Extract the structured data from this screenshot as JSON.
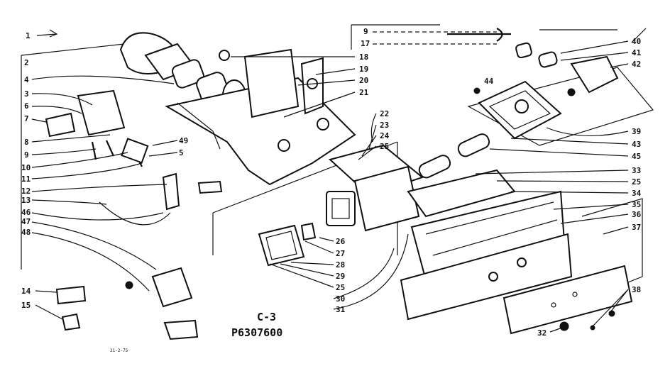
{
  "diagram": {
    "caption": "C-3",
    "part_number": "P6307600",
    "stamp": "21-2-75",
    "callouts": {
      "c1": "1",
      "c2": "2",
      "c4": "4",
      "c3": "3",
      "c6": "6",
      "c7": "7",
      "c8": "8",
      "c9": "9",
      "c10": "10",
      "c11": "11",
      "c12": "12",
      "c13": "13",
      "c46": "46",
      "c47": "47",
      "c48": "48",
      "c14": "14",
      "c15": "15",
      "c9r": "9",
      "c17": "17",
      "c18": "18",
      "c19": "19",
      "c20": "20",
      "c21": "21",
      "c22": "22",
      "c23": "23",
      "c24": "24",
      "c25a": "25",
      "c49": "49",
      "c5": "5",
      "c40": "40",
      "c41": "41",
      "c42": "42",
      "c44": "44",
      "c39": "39",
      "c43": "43",
      "c45": "45",
      "c33": "33",
      "c25b": "25",
      "c34": "34",
      "c35": "35",
      "c36": "36",
      "c37": "37",
      "c38": "38",
      "c32": "32",
      "c26": "26",
      "c27": "27",
      "c28": "28",
      "c29": "29",
      "c25c": "25",
      "c30": "30",
      "c31": "31"
    }
  }
}
